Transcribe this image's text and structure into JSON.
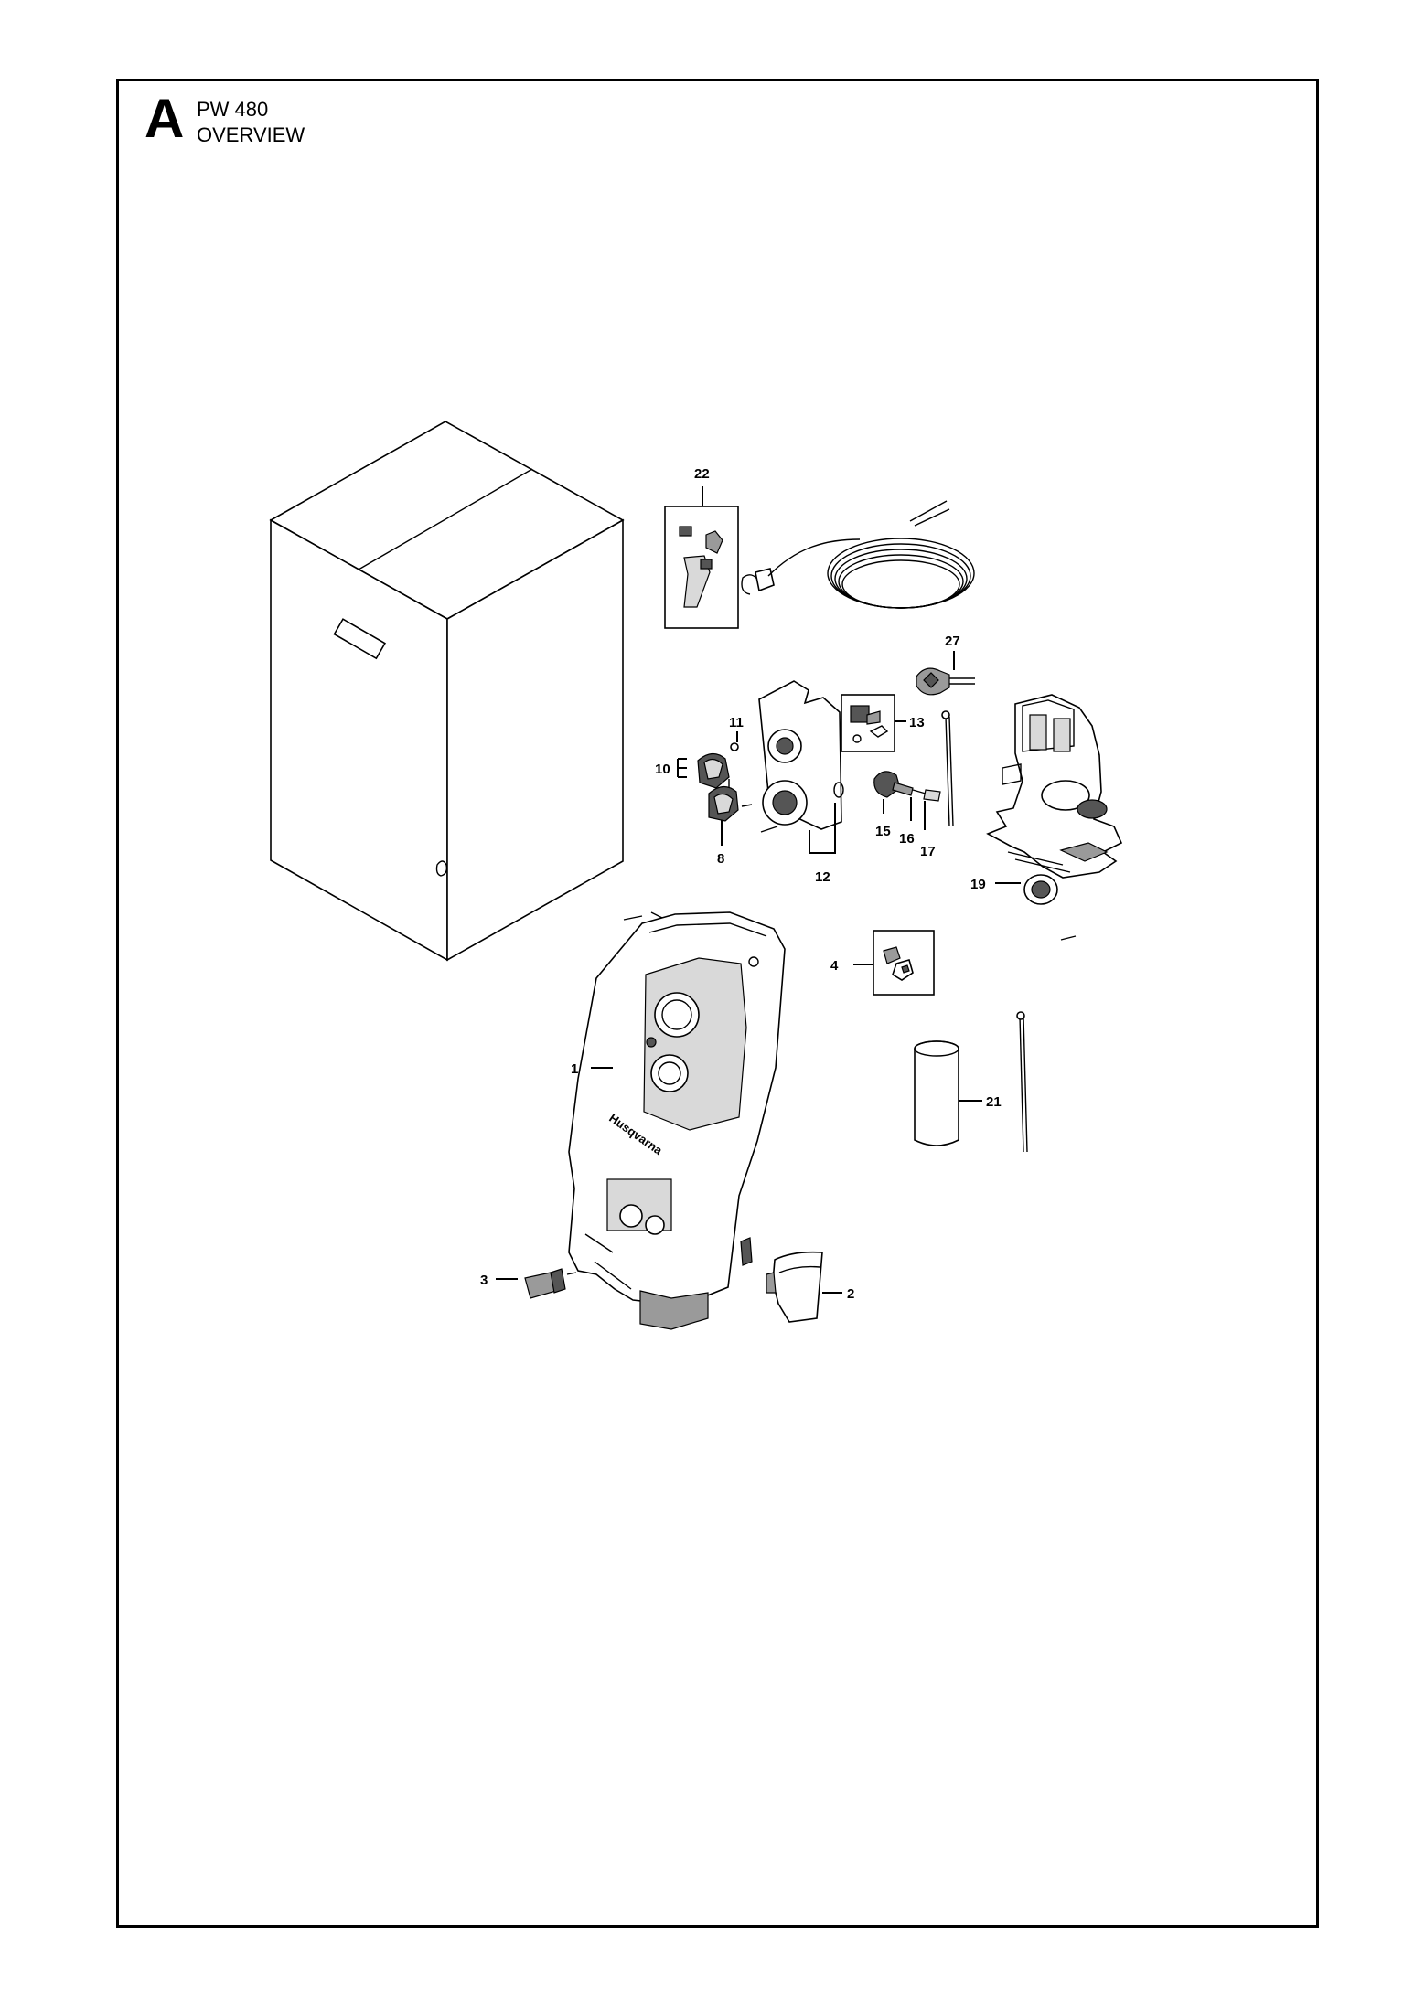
{
  "section": {
    "letter": "A",
    "model": "PW 480",
    "title": "OVERVIEW"
  },
  "callouts": {
    "p1": "1",
    "p2": "2",
    "p3": "3",
    "p4": "4",
    "p8": "8",
    "p10": "10",
    "p11": "11",
    "p12": "12",
    "p13": "13",
    "p15": "15",
    "p16": "16",
    "p17": "17",
    "p19": "19",
    "p21": "21",
    "p22": "22",
    "p27": "27"
  }
}
